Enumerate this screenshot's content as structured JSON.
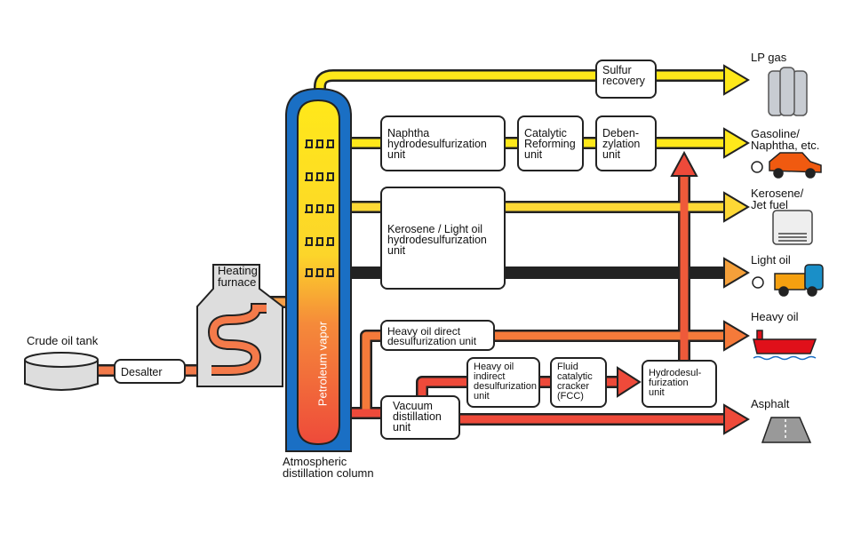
{
  "title": "Oil refining process flow",
  "source": {
    "tank": "Crude oil tank",
    "desalter": "Desalter",
    "furnace": "Heating\nfurnace"
  },
  "column": {
    "label": "Atmospheric\ndistillation column",
    "vapor": "Petroleum vapor"
  },
  "units": {
    "sulfur": "Sulfur\nrecovery",
    "naphtha": "Naphtha\nhydrodesulfurization\nunit",
    "reforming": "Catalytic\nReforming\nunit",
    "debenzylation": "Deben-\nzylation\nunit",
    "kerosene": "Kerosene / Light oil\nhydrodesulfurization\nunit",
    "heavy_direct": "Heavy oil direct\ndesulfurization unit",
    "vacuum": "Vacuum\ndistillation\nunit",
    "heavy_indirect": "Heavy oil\nindirect\ndesulfurization\nunit",
    "fcc": "Fluid\ncatalytic\ncracker\n(FCC)",
    "hydrodesul": "Hydrodesul-\nfurization\nunit"
  },
  "products": [
    {
      "label": "LP gas",
      "icon": "gas-cylinders-icon"
    },
    {
      "label": "Gasoline/\nNaphtha, etc.",
      "icon": "car-icon"
    },
    {
      "label": "Kerosene/\nJet fuel",
      "icon": "heater-icon"
    },
    {
      "label": "Light oil",
      "icon": "truck-icon"
    },
    {
      "label": "Heavy oil",
      "icon": "ship-icon"
    },
    {
      "label": "Asphalt",
      "icon": "road-icon"
    }
  ],
  "colors": {
    "column_blue": "#1a6fc4",
    "yellow": "#ffe81a",
    "orange": "#f7a23a",
    "red": "#ee4a3a"
  }
}
